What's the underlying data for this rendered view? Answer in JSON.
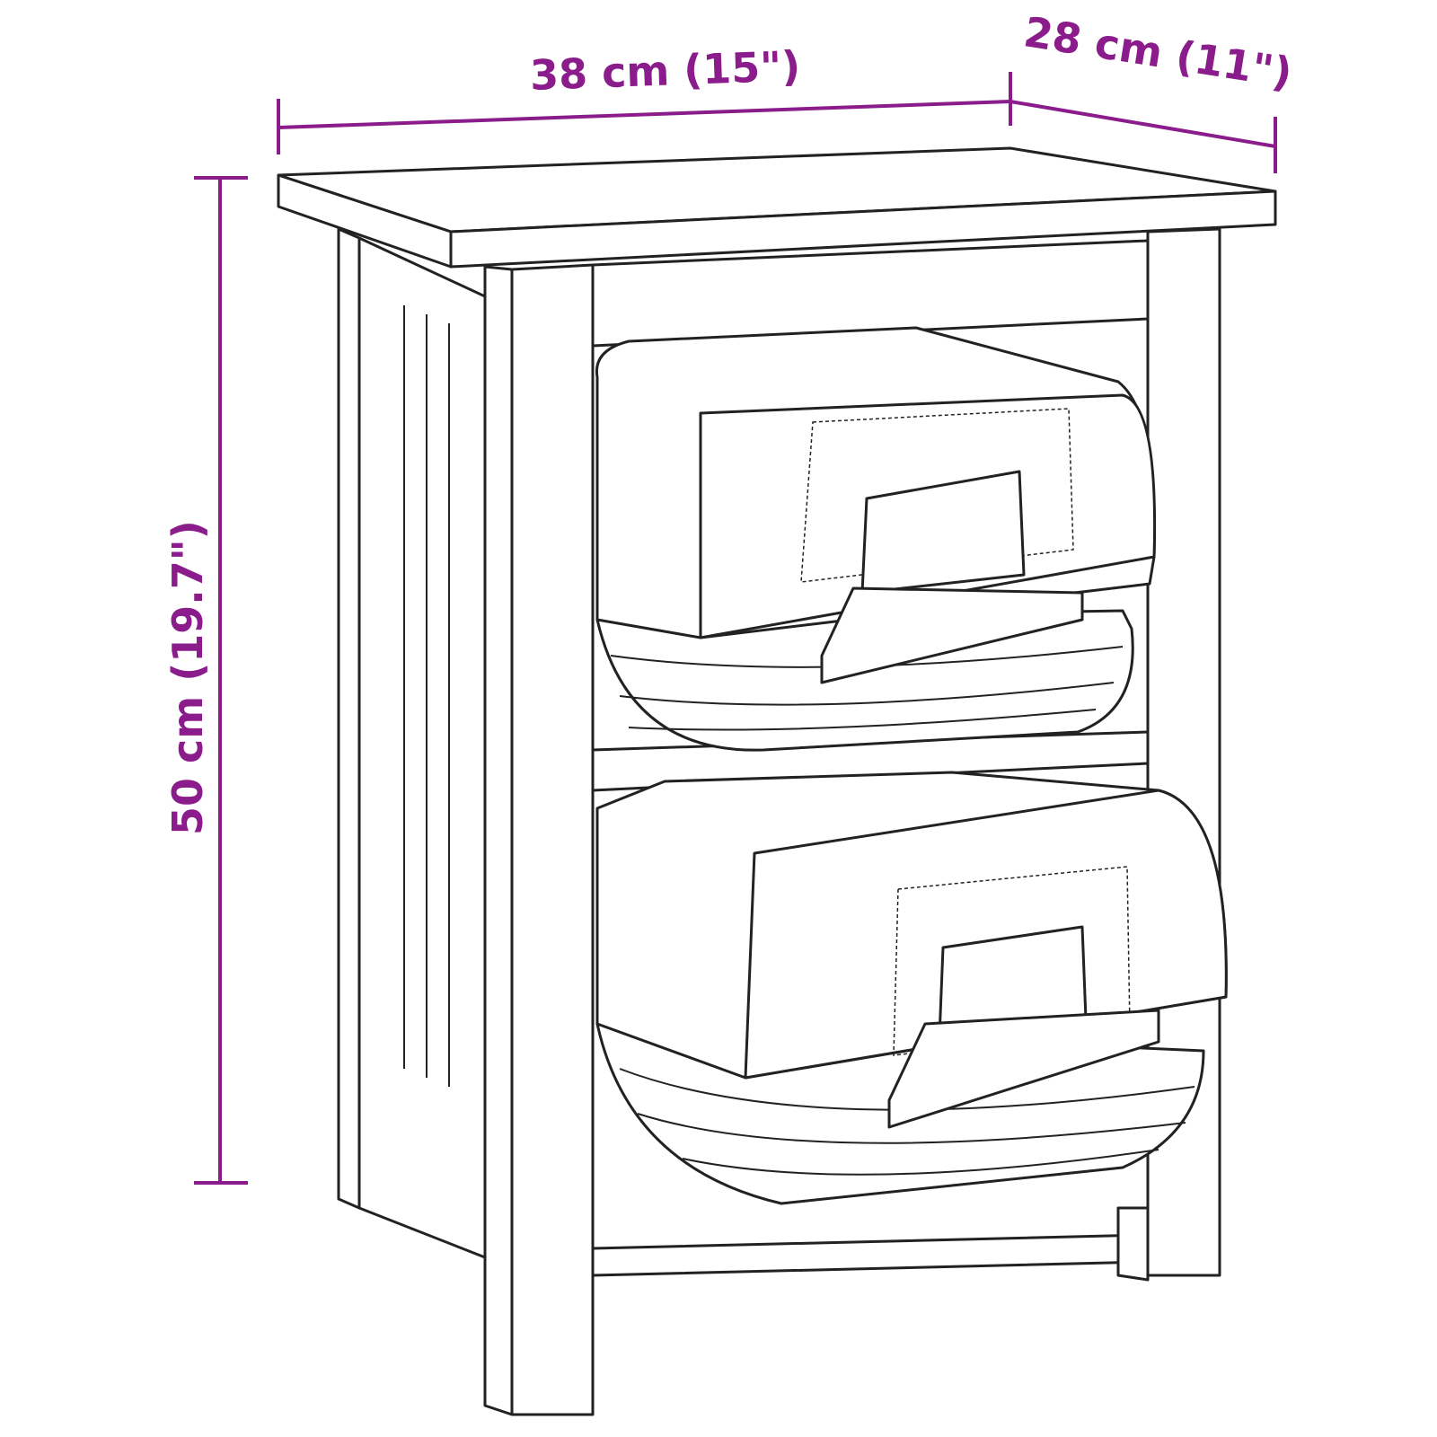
{
  "dimensions": {
    "width": "38 cm (15\")",
    "depth": "28 cm (11\")",
    "height": "50 cm (19.7\")"
  },
  "colors": {
    "dimension": "#8b1c8b",
    "outline": "#222222"
  }
}
